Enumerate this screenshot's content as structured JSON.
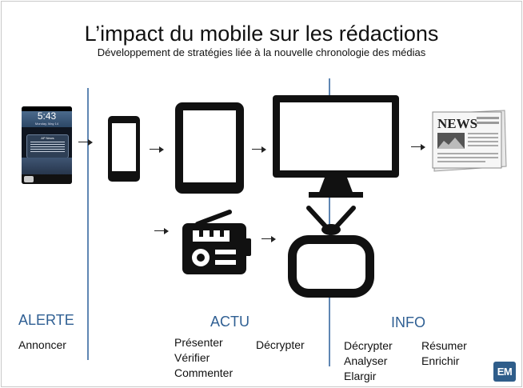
{
  "title": "L’impact du mobile sur les rédactions",
  "subtitle": "Développement de stratégies liée à la nouvelle chronologie des médias",
  "lockscreen": {
    "time": "5:43",
    "date": "Monday, May 14",
    "app": "AP News"
  },
  "newspaper_masthead": "NEWS",
  "sections": {
    "alerte": {
      "header": "ALERTE",
      "items": [
        "Annoncer"
      ]
    },
    "actu": {
      "header": "ACTU",
      "items_left": [
        "Présenter",
        "Vérifier",
        "Commenter"
      ],
      "items_right": [
        "Décrypter"
      ]
    },
    "info": {
      "header": "INFO",
      "items_left": [
        "Décrypter",
        "Analyser",
        "Elargir"
      ],
      "items_right": [
        "Résumer",
        "Enrichir"
      ]
    }
  },
  "logo_text": "EM",
  "colors": {
    "divider": "#5f86b3",
    "header": "#2f5f93",
    "logo": "#2f5d8a"
  }
}
